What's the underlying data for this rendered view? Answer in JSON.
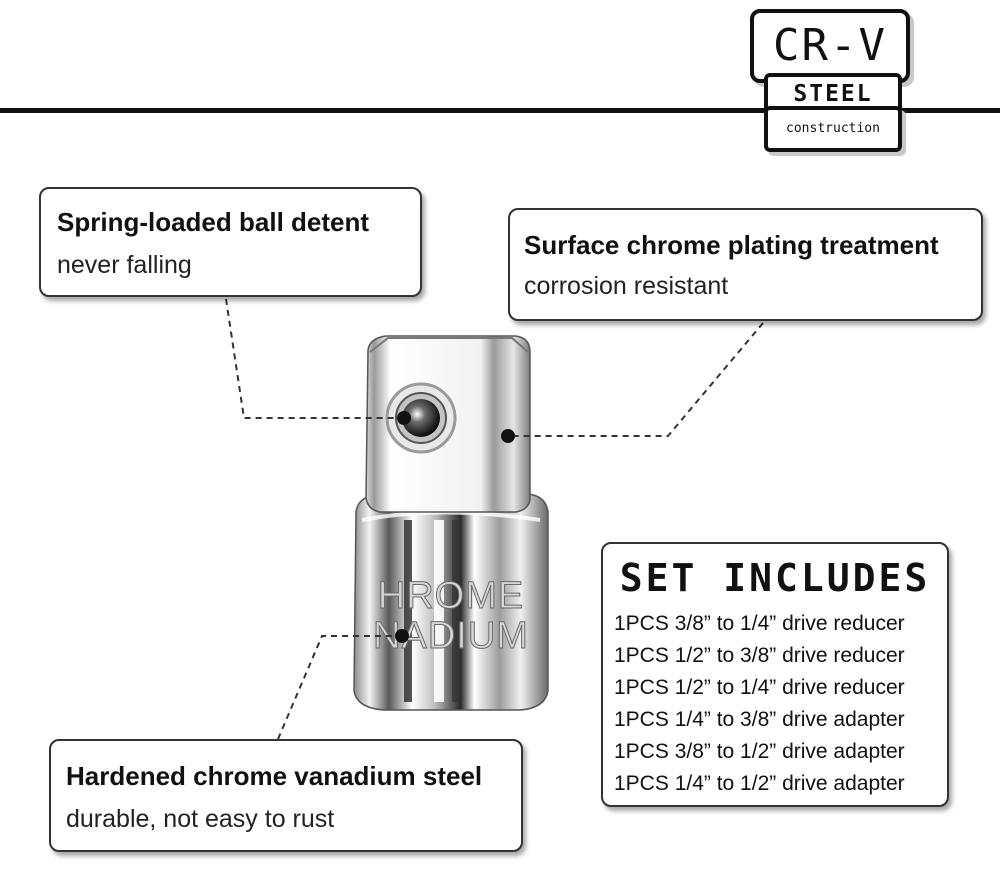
{
  "badge": {
    "top": "CR-V",
    "middle": "STEEL",
    "bottom": "construction"
  },
  "callouts": [
    {
      "title": "Spring-loaded ball detent",
      "subtitle": "never falling"
    },
    {
      "title": "Surface chrome plating treatment",
      "subtitle": "corrosion resistant"
    },
    {
      "title": "Hardened chrome vanadium steel",
      "subtitle": "durable, not easy to rust"
    }
  ],
  "product": {
    "engraving_line1": "HROME",
    "engraving_line2": "NADIUM"
  },
  "set_includes": {
    "title": "SET INCLUDES",
    "items": [
      "1PCS 3/8” to 1/4” drive reducer",
      "1PCS 1/2” to 3/8” drive reducer",
      "1PCS 1/2” to 1/4” drive reducer",
      "1PCS 1/4” to 3/8” drive adapter",
      "1PCS 3/8” to 1/2” drive adapter",
      "1PCS 1/4” to 1/2” drive adapter"
    ]
  }
}
